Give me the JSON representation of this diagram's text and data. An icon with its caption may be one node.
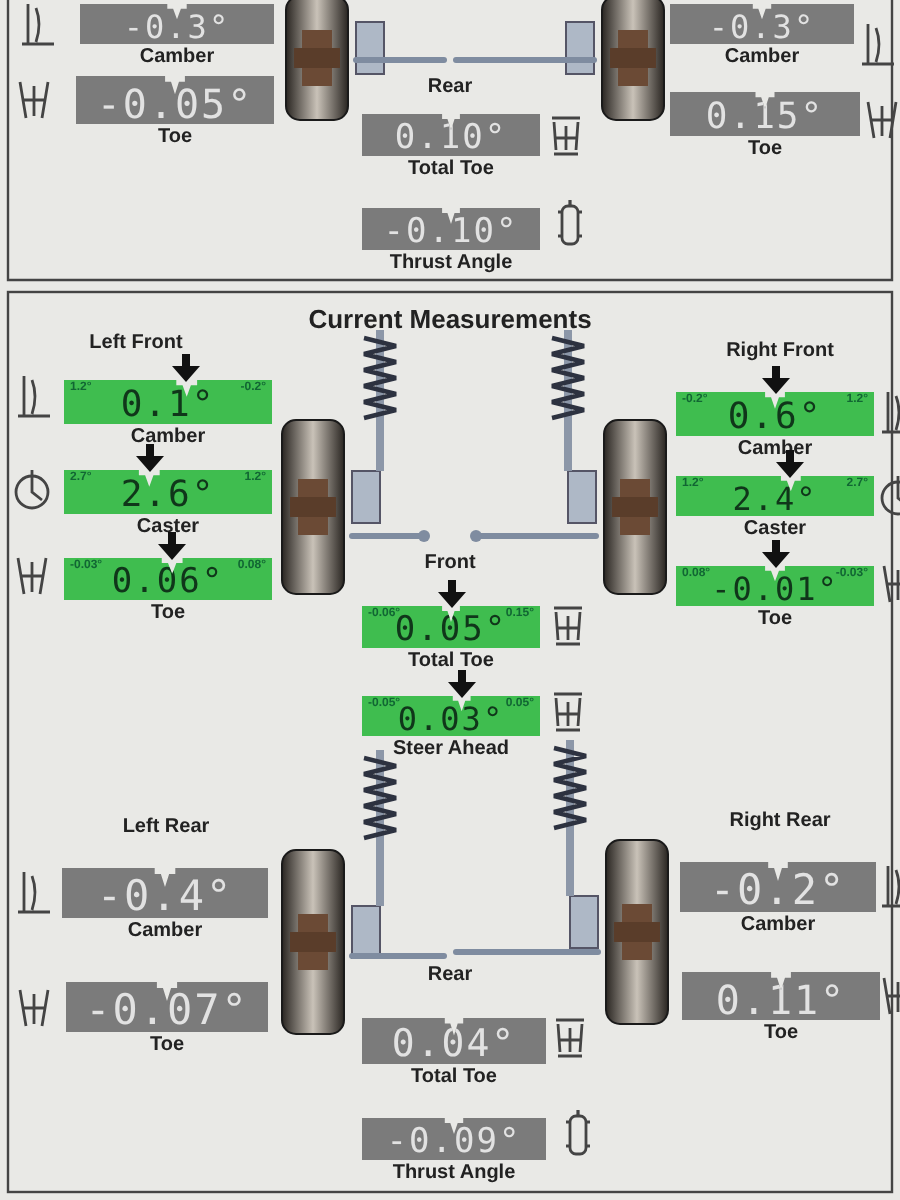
{
  "diagram": {
    "title": "Current Measurements",
    "nodes": [
      {
        "text": [
          "-0.3°",
          "Camber"
        ]
      },
      {
        "text": [
          "-0.3°",
          "Camber"
        ]
      },
      {
        "text": [
          "-0.05°",
          "Toe"
        ]
      },
      {
        "text": [
          "0.15°",
          "Toe"
        ]
      },
      {
        "text": [
          "0.10°",
          "Total Toe"
        ]
      },
      {
        "text": [
          "-0.10°",
          "Thrust Angle"
        ]
      },
      {
        "text": [
          "1.2°",
          "-0.2°",
          "0.1°",
          "Camber"
        ]
      },
      {
        "text": [
          "-0.2°",
          "1.2°",
          "0.6°",
          "Camber"
        ]
      },
      {
        "text": [
          "2.7°",
          "1.2°",
          "2.6°",
          "Caster"
        ]
      },
      {
        "text": [
          "1.2°",
          "2.7°",
          "2.4°",
          "Caster"
        ]
      },
      {
        "text": [
          "-0.03°",
          "0.08°",
          "0.06°",
          "Toe"
        ]
      },
      {
        "text": [
          "0.08°",
          "-0.03°",
          "-0.01°",
          "Toe"
        ]
      },
      {
        "text": [
          "-0.06°",
          "0.15°",
          "0.05°",
          "Total Toe"
        ]
      },
      {
        "text": [
          "-0.05°",
          "0.05°",
          "0.03°",
          "Steer Ahead"
        ]
      },
      {
        "text": [
          "-0.4°",
          "Camber"
        ]
      },
      {
        "text": [
          "-0.2°",
          "Camber"
        ]
      },
      {
        "text": [
          "-0.07°",
          "Toe"
        ]
      },
      {
        "text": [
          "0.11°",
          "Toe"
        ]
      },
      {
        "text": [
          "0.04°",
          "Total Toe"
        ]
      },
      {
        "text": [
          "-0.09°",
          "Thrust Angle"
        ]
      }
    ],
    "labels": [
      "Rear",
      "Left Front",
      "Right Front",
      "Front",
      "Left Rear",
      "Right Rear",
      "Rear"
    ]
  }
}
